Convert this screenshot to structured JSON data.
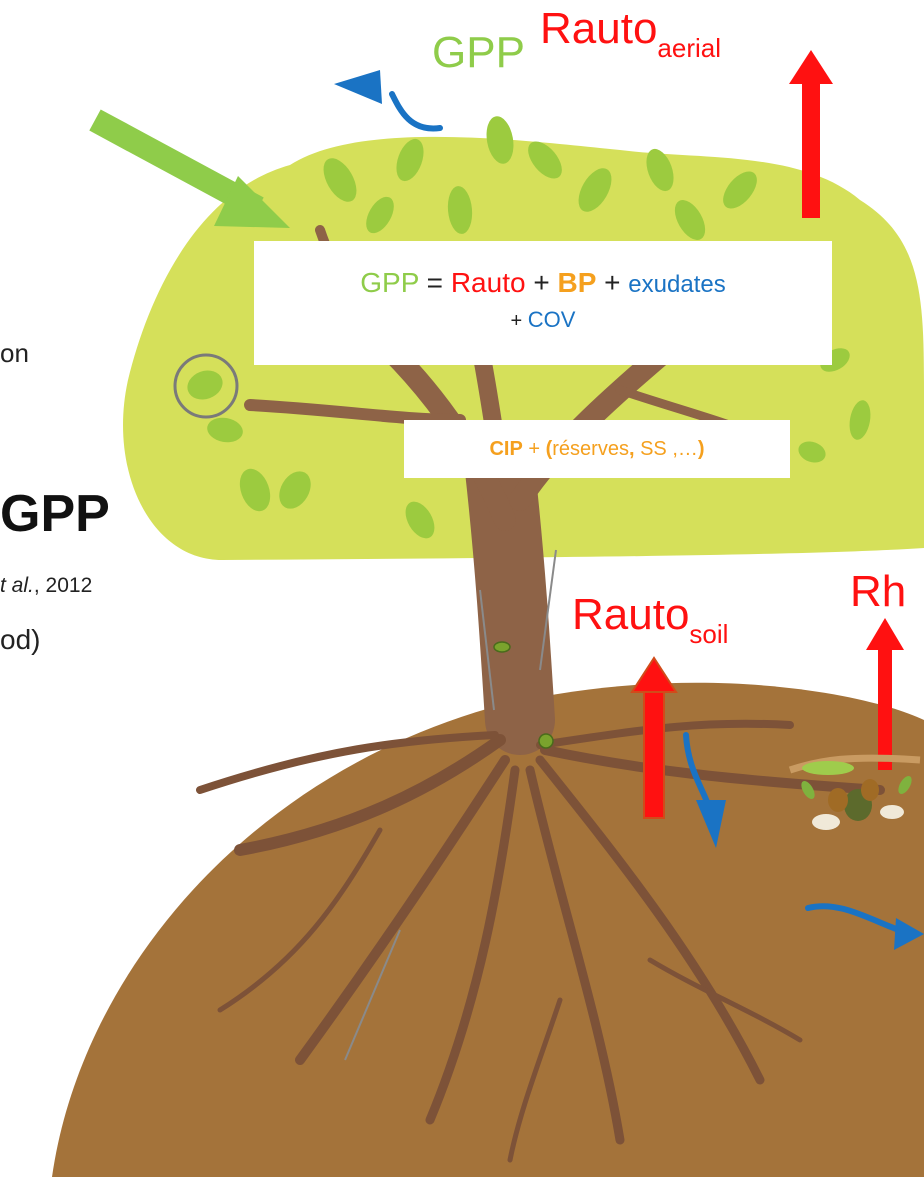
{
  "colors": {
    "gpp_green": "#8fcc4a",
    "red": "#ff1111",
    "orange": "#f5a01e",
    "blue": "#1a73c4",
    "canopy": "#d5e05a",
    "soil": "#a4733a",
    "trunk": "#8e6347"
  },
  "labels": {
    "gpp_top": "GPP",
    "rauto_aerial_main": "Rauto",
    "rauto_aerial_sub": "aerial",
    "rauto_soil_main": "Rauto",
    "rauto_soil_sub": "soil",
    "rh": "Rh"
  },
  "equation": {
    "gpp": "GPP",
    "eq": " = ",
    "rauto": "Rauto",
    "plus1": " + ",
    "bp": "BP",
    "plus2": " + ",
    "exudates": "exudates",
    "plus3": "+ ",
    "cov": "COV"
  },
  "cip": {
    "cip": "CIP",
    "plus": " + ",
    "open": "(",
    "reserves": "réserves",
    "comma": ", ",
    "ss": "SS",
    "rest": " ,…",
    "close": ")"
  },
  "left_fragments": {
    "on": "on",
    "gpp_heading": "GPP",
    "et_al": "t al.",
    "year": ", 2012",
    "od": "od)"
  }
}
